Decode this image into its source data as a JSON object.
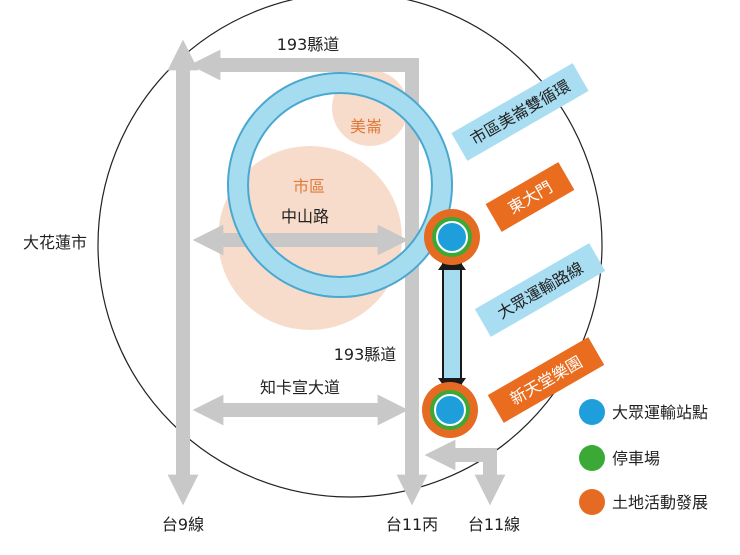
{
  "colors": {
    "road": "#c8c8c8",
    "loop": "#a6dcf0",
    "loop_stroke": "#4aa8d0",
    "zone": "#f7dccb",
    "zone_text": "#e07a3a",
    "station_blue": "#1e9fdc",
    "parking_green": "#3aa935",
    "land_orange": "#e66b22",
    "tag_orange": "#e96c1f",
    "tag_blue": "#a9ddf2"
  },
  "labels": {
    "road_193_top": "193縣道",
    "road_193_mid": "193縣道",
    "city_circle": "大花蓮市",
    "meilun": "美崙",
    "city_area": "市區",
    "zhongshan": "中山路",
    "zhika": "知卡宣大道",
    "tai9": "台9線",
    "tai11c": "台11丙",
    "tai11": "台11線"
  },
  "tags": {
    "loop_tag": "市區美崙雙循環",
    "east_gate": "東大門",
    "transit_line": "大眾運輸路線",
    "new_paradise": "新天堂樂園"
  },
  "legend": [
    {
      "label": "大眾運輸站點",
      "color": "#1e9fdc"
    },
    {
      "label": "停車場",
      "color": "#3aa935"
    },
    {
      "label": "土地活動發展",
      "color": "#e66b22"
    }
  ]
}
